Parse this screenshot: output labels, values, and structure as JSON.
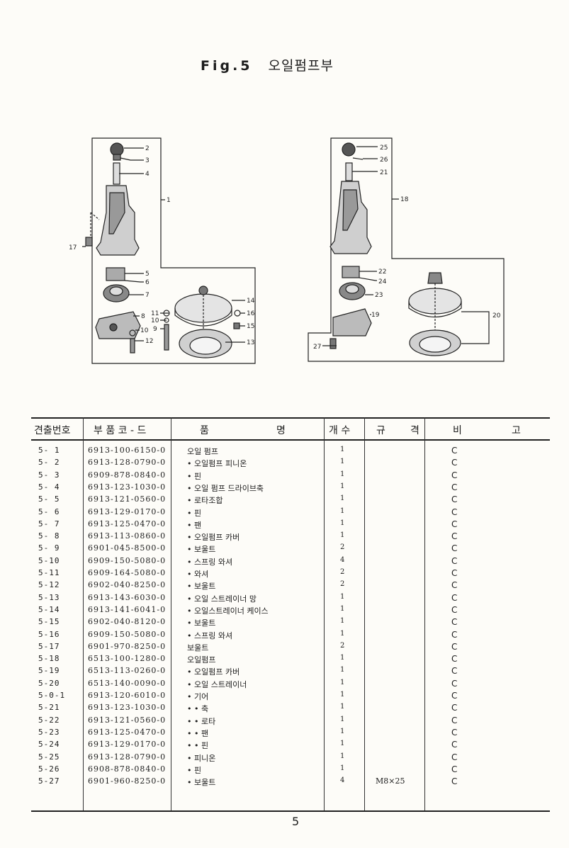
{
  "title": {
    "fig": "Fig.5",
    "name": "오일펌프부"
  },
  "diagram_left": {
    "callouts": [
      "2",
      "3",
      "4",
      "1",
      "17",
      "5",
      "6",
      "7",
      "8",
      "14",
      "11",
      "16",
      "10",
      "9",
      "15",
      "10",
      "12",
      "13"
    ]
  },
  "diagram_right": {
    "callouts": [
      "25",
      "26",
      "21",
      "18",
      "22",
      "24",
      "23",
      "19",
      "20",
      "27"
    ]
  },
  "table": {
    "headers": {
      "no": "견출번호",
      "code": "부 품 코 - 드",
      "name_a": "품",
      "name_b": "명",
      "qty": "개 수",
      "spec_a": "규",
      "spec_b": "격",
      "note_a": "비",
      "note_b": "고"
    },
    "rows": [
      {
        "no": "5- 1",
        "code": "6913-100-6150-0",
        "name": "오일 펌프",
        "qty": "1",
        "spec": "",
        "note": "C"
      },
      {
        "no": "5- 2",
        "code": "6913-128-0790-0",
        "name": "• 오일펌프 피니온",
        "qty": "1",
        "spec": "",
        "note": "C"
      },
      {
        "no": "5- 3",
        "code": "6909-878-0840-0",
        "name": "• 핀",
        "qty": "1",
        "spec": "",
        "note": "C"
      },
      {
        "no": "5- 4",
        "code": "6913-123-1030-0",
        "name": "• 오일 펌프 드라이브축",
        "qty": "1",
        "spec": "",
        "note": "C"
      },
      {
        "no": "5- 5",
        "code": "6913-121-0560-0",
        "name": "• 로타조합",
        "qty": "1",
        "spec": "",
        "note": "C"
      },
      {
        "no": "5- 6",
        "code": "6913-129-0170-0",
        "name": "• 핀",
        "qty": "1",
        "spec": "",
        "note": "C"
      },
      {
        "no": "5- 7",
        "code": "6913-125-0470-0",
        "name": "• 팬",
        "qty": "1",
        "spec": "",
        "note": "C"
      },
      {
        "no": "5- 8",
        "code": "6913-113-0860-0",
        "name": "• 오일펌프 카버",
        "qty": "1",
        "spec": "",
        "note": "C"
      },
      {
        "no": "5- 9",
        "code": "6901-045-8500-0",
        "name": "• 보울트",
        "qty": "2",
        "spec": "",
        "note": "C"
      },
      {
        "no": "5-10",
        "code": "6909-150-5080-0",
        "name": "• 스프링 와셔",
        "qty": "4",
        "spec": "",
        "note": "C"
      },
      {
        "no": "5-11",
        "code": "6909-164-5080-0",
        "name": "• 와셔",
        "qty": "2",
        "spec": "",
        "note": "C"
      },
      {
        "no": "5-12",
        "code": "6902-040-8250-0",
        "name": "• 보울트",
        "qty": "2",
        "spec": "",
        "note": "C"
      },
      {
        "no": "5-13",
        "code": "6913-143-6030-0",
        "name": "• 오일 스트레이너 망",
        "qty": "1",
        "spec": "",
        "note": "C"
      },
      {
        "no": "5-14",
        "code": "6913-141-6041-0",
        "name": "• 오일스트레이너 케이스",
        "qty": "1",
        "spec": "",
        "note": "C"
      },
      {
        "no": "5-15",
        "code": "6902-040-8120-0",
        "name": "• 보울트",
        "qty": "1",
        "spec": "",
        "note": "C"
      },
      {
        "no": "5-16",
        "code": "6909-150-5080-0",
        "name": "• 스프링 와셔",
        "qty": "1",
        "spec": "",
        "note": "C"
      },
      {
        "no": "5-17",
        "code": "6901-970-8250-0",
        "name": "보울트",
        "qty": "2",
        "spec": "",
        "note": "C"
      },
      {
        "no": "5-18",
        "code": "6513-100-1280-0",
        "name": "오일펌프",
        "qty": "1",
        "spec": "",
        "note": "C"
      },
      {
        "no": "5-19",
        "code": "6513-113-0260-0",
        "name": "• 오일펌프 카버",
        "qty": "1",
        "spec": "",
        "note": "C"
      },
      {
        "no": "5-20",
        "code": "6513-140-0090-0",
        "name": "• 오일 스트레이너",
        "qty": "1",
        "spec": "",
        "note": "C"
      },
      {
        "no": "5-0-1",
        "code": "6913-120-6010-0",
        "name": "• 기어",
        "qty": "1",
        "spec": "",
        "note": "C"
      },
      {
        "no": "5-21",
        "code": "6913-123-1030-0",
        "name": "• • 축",
        "qty": "1",
        "spec": "",
        "note": "C"
      },
      {
        "no": "5-22",
        "code": "6913-121-0560-0",
        "name": "• • 로타",
        "qty": "1",
        "spec": "",
        "note": "C"
      },
      {
        "no": "5-23",
        "code": "6913-125-0470-0",
        "name": "• • 팬",
        "qty": "1",
        "spec": "",
        "note": "C"
      },
      {
        "no": "5-24",
        "code": "6913-129-0170-0",
        "name": "• • 핀",
        "qty": "1",
        "spec": "",
        "note": "C"
      },
      {
        "no": "5-25",
        "code": "6913-128-0790-0",
        "name": "• 피니온",
        "qty": "1",
        "spec": "",
        "note": "C"
      },
      {
        "no": "5-26",
        "code": "6908-878-0840-0",
        "name": "• 핀",
        "qty": "1",
        "spec": "",
        "note": "C"
      },
      {
        "no": "5-27",
        "code": "6901-960-8250-0",
        "name": "• 보울트",
        "qty": "4",
        "spec": "M8×25",
        "note": "C"
      }
    ]
  },
  "page_number": "5"
}
